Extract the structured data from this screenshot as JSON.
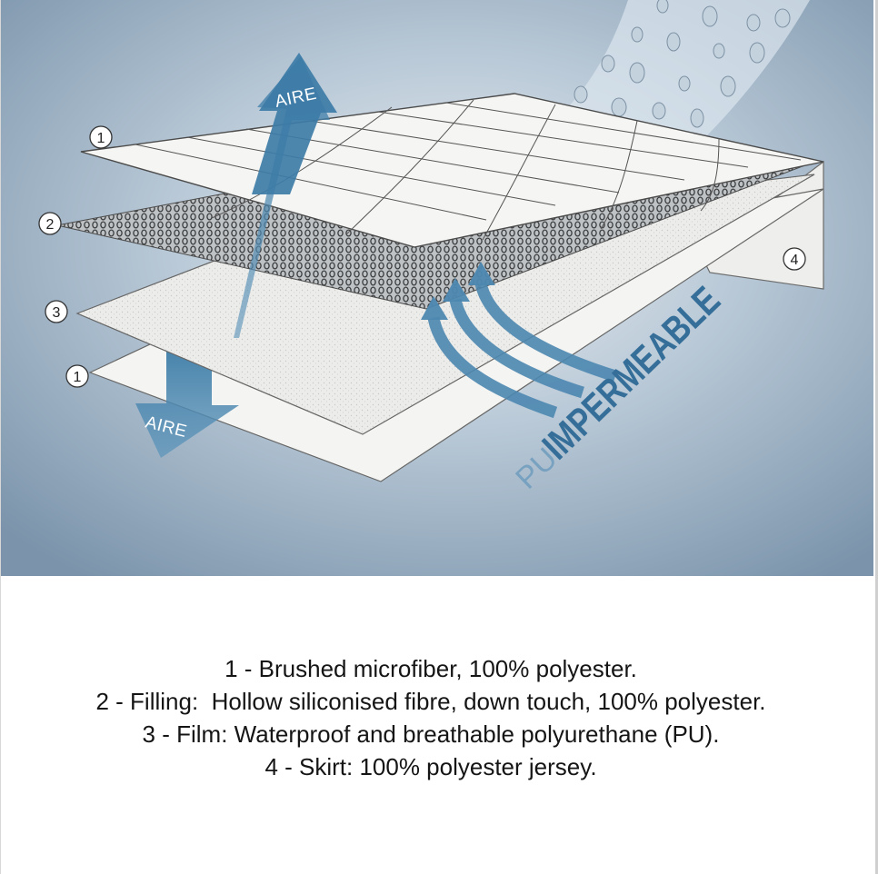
{
  "diagram": {
    "arrow_up_label": "AIRE",
    "arrow_down_label": "AIRE",
    "callouts": [
      "1",
      "2",
      "3",
      "1",
      "4"
    ],
    "stamp_text": {
      "pu": "PU",
      "impermeable": "IMPERMEABLE"
    },
    "colors": {
      "background_dark": "#7e97ad",
      "background_light": "#e9eef3",
      "arrow_blue": "#3e7ea8",
      "layer_fill": "#f3f3f1"
    }
  },
  "legend": {
    "lines": [
      "1 - Brushed microfiber, 100% polyester.",
      "2 - Filling:  Hollow siliconised fibre, down touch, 100% polyester.",
      "3 - Film: Waterproof and breathable polyurethane (PU).",
      "4 - Skirt: 100% polyester jersey."
    ]
  }
}
